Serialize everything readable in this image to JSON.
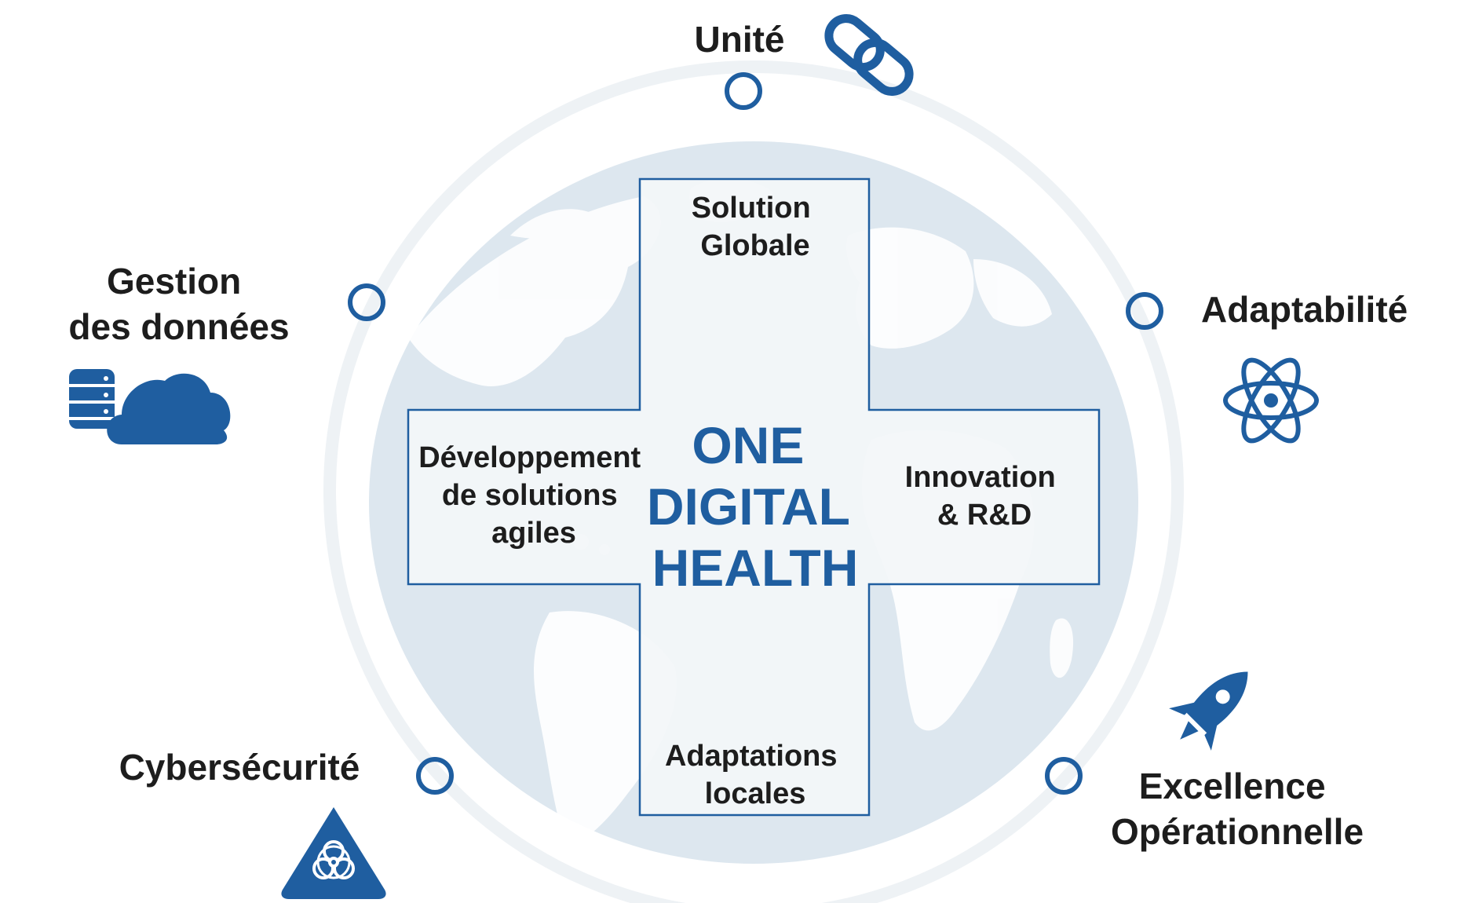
{
  "center": {
    "line1": "ONE",
    "line2": "DIGITAL",
    "line3": "HEALTH"
  },
  "cross": {
    "top": [
      "Solution",
      "Globale"
    ],
    "left": [
      "Développement",
      "de solutions",
      "agiles"
    ],
    "right": [
      "Innovation",
      "& R&D"
    ],
    "bottom": [
      "Adaptations",
      "locales"
    ]
  },
  "pillars": {
    "unite": {
      "label": "Unité",
      "icon": "chain-link-icon"
    },
    "adaptabilite": {
      "label": "Adaptabilité",
      "icon": "atom-icon"
    },
    "excellence": {
      "label": [
        "Excellence",
        "Opérationnelle"
      ],
      "icon": "rocket-icon"
    },
    "cybersecurite": {
      "label": "Cybersécurité",
      "icon": "biohazard-warning-icon"
    },
    "gestion": {
      "label": [
        "Gestion",
        "des données"
      ],
      "icon": "database-cloud-icon"
    }
  },
  "colors": {
    "accent": "#1f5ea0",
    "globe": "#dde7ef",
    "continents": "#ffffff",
    "cross_fill": "#f3f6f9",
    "ring": "#eef2f5",
    "text": "#1d1d1d"
  }
}
